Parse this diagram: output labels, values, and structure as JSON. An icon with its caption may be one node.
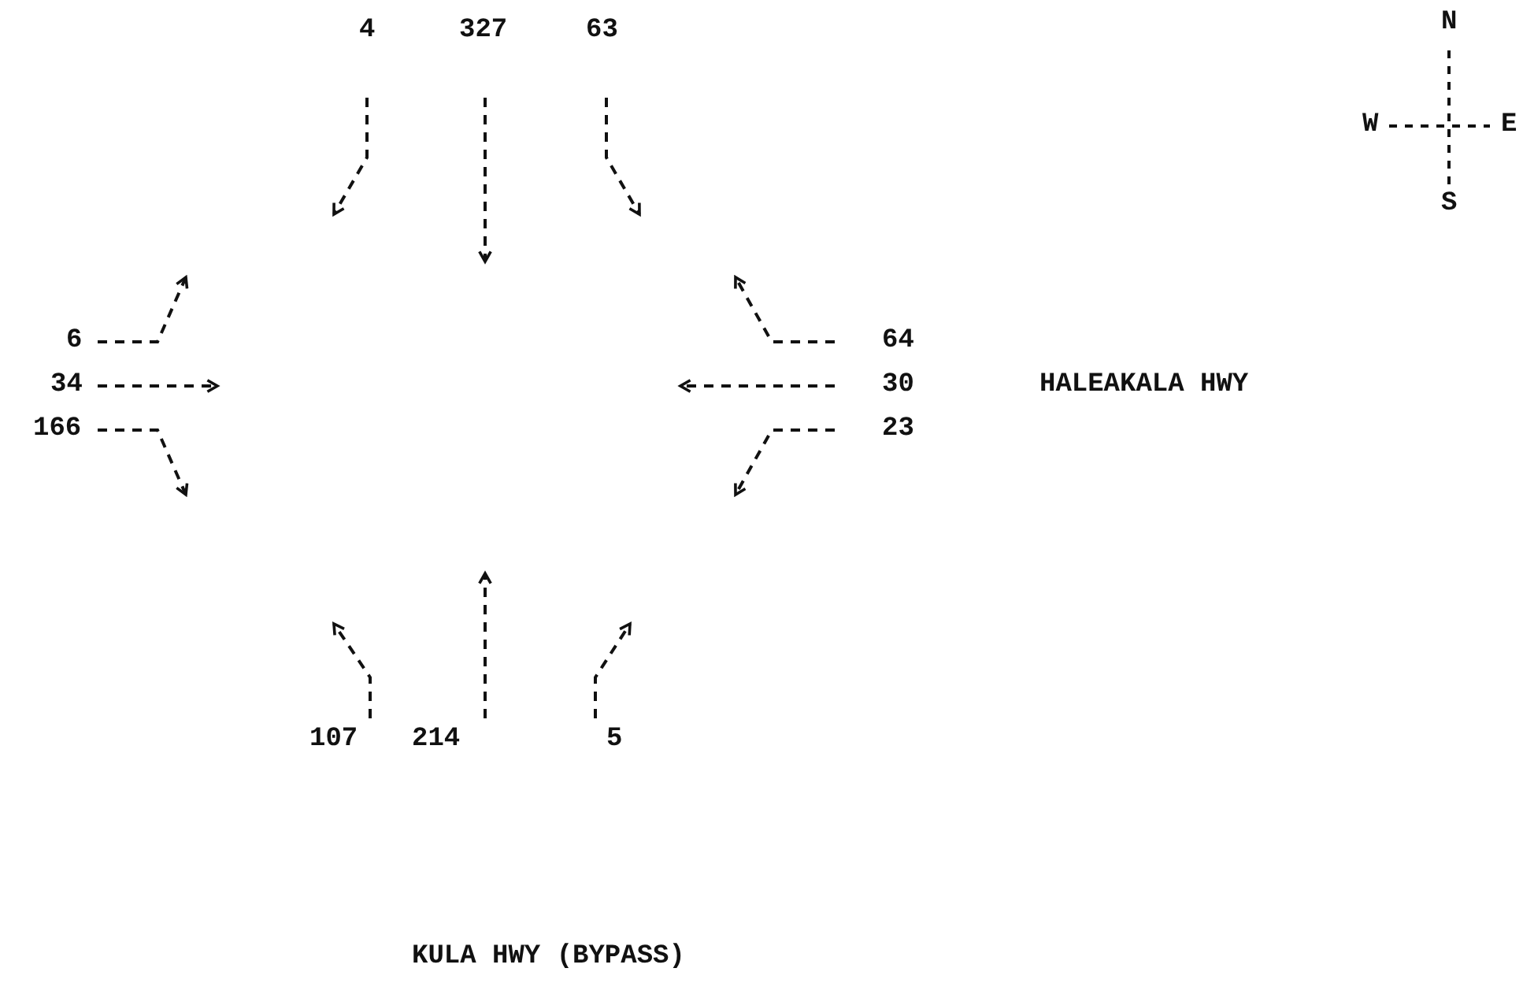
{
  "diagram": {
    "labels": [
      "4",
      "327",
      "63",
      "N",
      "W",
      "E",
      "S",
      "6",
      "64",
      "34",
      "30",
      "HALEAKALA HWY",
      "166",
      "23",
      "107",
      "214",
      "5",
      "KULA HWY (BYPASS)"
    ]
  }
}
